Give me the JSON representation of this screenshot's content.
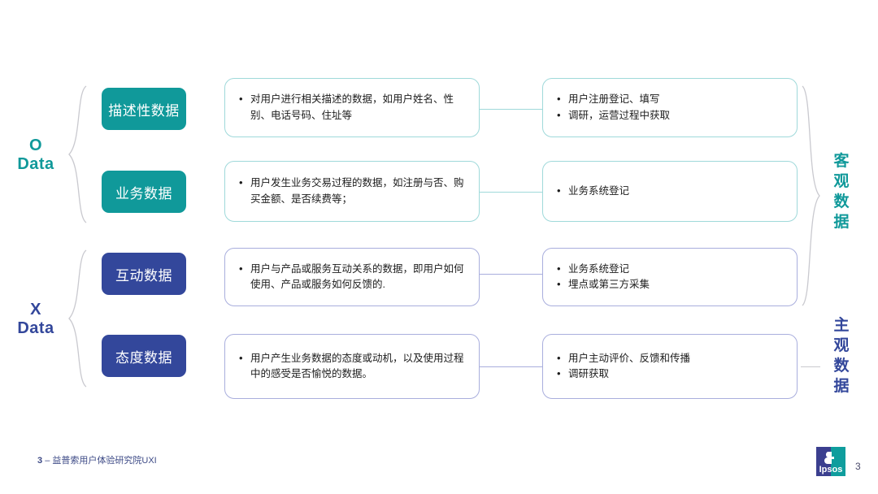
{
  "slide": {
    "page_number": "3",
    "footer_number": "3",
    "footer_separator": "–",
    "footer_label": "益普索用户体验研究院UXI",
    "logo_name": "Ipsos",
    "colors": {
      "teal": "#10999A",
      "blue": "#33479B",
      "teal_border": "#9fd9da",
      "blue_border": "#a9aedd",
      "brace": "#c9c9cf",
      "footer_text": "#3d4a86"
    }
  },
  "groups": [
    {
      "id": "o-data",
      "line1": "O",
      "line2": "Data",
      "color": "#10999A"
    },
    {
      "id": "x-data",
      "line1": "X",
      "line2": "Data",
      "color": "#33479B"
    }
  ],
  "side_labels": [
    {
      "id": "objective",
      "chars": [
        "客",
        "观",
        "数",
        "据"
      ],
      "color": "#10999A"
    },
    {
      "id": "subjective",
      "chars": [
        "主",
        "观",
        "数",
        "据"
      ],
      "color": "#33479B"
    }
  ],
  "rows": [
    {
      "id": "descriptive",
      "pill": "描述性数据",
      "theme": "teal",
      "definition": [
        "对用户进行相关描述的数据，如用户姓名、性别、电话号码、住址等"
      ],
      "sources": [
        "用户注册登记、填写",
        "调研，运营过程中获取"
      ]
    },
    {
      "id": "business",
      "pill": "业务数据",
      "theme": "teal",
      "definition": [
        "用户发生业务交易过程的数据，如注册与否、购买金额、是否续费等；"
      ],
      "sources": [
        "业务系统登记"
      ]
    },
    {
      "id": "interaction",
      "pill": "互动数据",
      "theme": "blue",
      "definition": [
        "用户与产品或服务互动关系的数据，即用户如何使用、产品或服务如何反馈的."
      ],
      "sources": [
        "业务系统登记",
        "埋点或第三方采集"
      ]
    },
    {
      "id": "attitude",
      "pill": "态度数据",
      "theme": "blue",
      "definition": [
        "用户产生业务数据的态度或动机，以及使用过程中的感受是否愉悦的数据。"
      ],
      "sources": [
        "用户主动评价、反馈和传播",
        "调研获取"
      ]
    }
  ]
}
